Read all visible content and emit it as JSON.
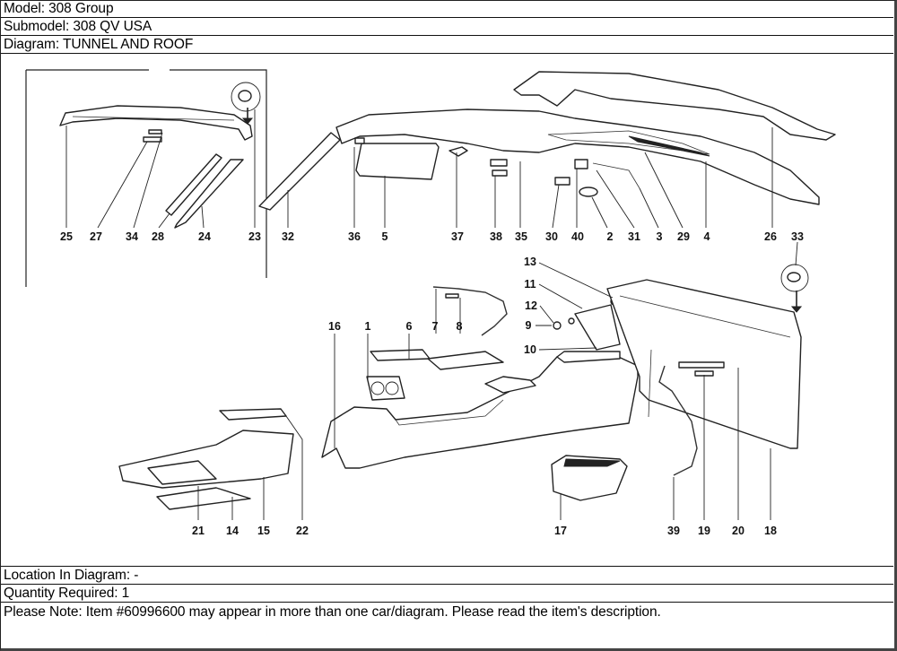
{
  "header": {
    "model": "Model: 308 Group",
    "submodel": "Submodel: 308 QV USA",
    "diagram": "Diagram: TUNNEL AND ROOF"
  },
  "footer": {
    "location": "Location In Diagram: -",
    "quantity": "Quantity Required: 1",
    "note": "Please Note: Item #60996600 may appear in more than one car/diagram. Please read the item's description."
  },
  "diagram": {
    "callouts": {
      "c25": "25",
      "c27": "27",
      "c34": "34",
      "c28": "28",
      "c24": "24",
      "c23": "23",
      "c32": "32",
      "c36": "36",
      "c5": "5",
      "c37": "37",
      "c38": "38",
      "c35": "35",
      "c30": "30",
      "c40": "40",
      "c2": "2",
      "c31": "31",
      "c3": "3",
      "c29": "29",
      "c4": "4",
      "c26": "26",
      "c33": "33",
      "c13": "13",
      "c11": "11",
      "c12": "12",
      "c9": "9",
      "c10": "10",
      "c16": "16",
      "c1": "1",
      "c6": "6",
      "c7": "7",
      "c8": "8",
      "c21": "21",
      "c14": "14",
      "c15": "15",
      "c22": "22",
      "c17": "17",
      "c39": "39",
      "c19": "19",
      "c20": "20",
      "c18": "18"
    }
  }
}
